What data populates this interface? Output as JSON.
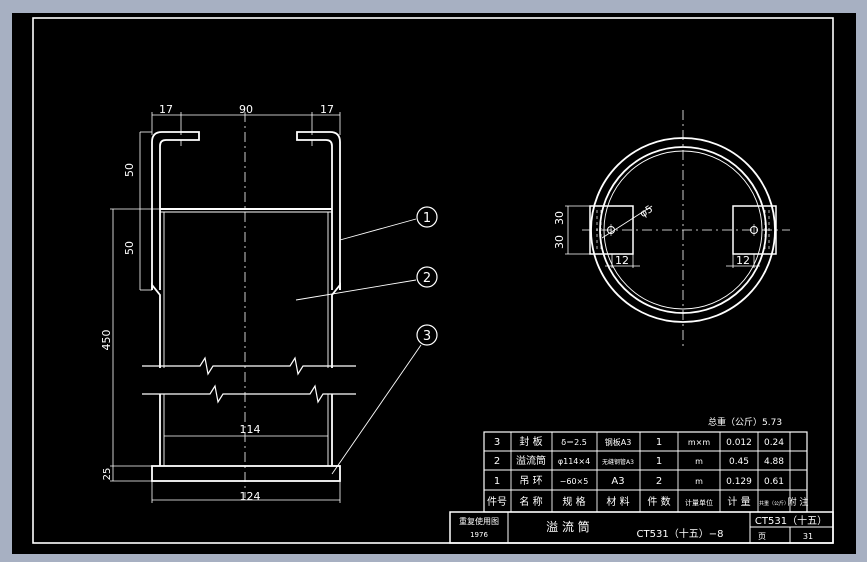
{
  "drawing": {
    "colors": {
      "background": "#000000",
      "frame": "#ffffff",
      "app_bg": "#a7b0c2"
    },
    "front_view": {
      "dims_top": [
        "17",
        "90",
        "17"
      ],
      "dims_left": [
        "50",
        "50",
        "450",
        "25"
      ],
      "dim_inner": "114",
      "dim_bottom": "124"
    },
    "top_view": {
      "dims_left": [
        "30",
        "30"
      ],
      "hole": "φ5",
      "lug_width_left": "12",
      "lug_width_right": "12"
    },
    "balloons": [
      "1",
      "2",
      "3"
    ],
    "total_weight": "总重（公斤）5.73",
    "bom": {
      "rows": [
        [
          "3",
          "封 板",
          "δ＝2.5",
          "钢板A3",
          "1",
          "m×m",
          "0.012",
          "0.24",
          ""
        ],
        [
          "2",
          "溢流筒",
          "φ114×4",
          "无缝钢管A3",
          "1",
          "m",
          "0.45",
          "4.88",
          ""
        ],
        [
          "1",
          "吊 环",
          "−60×5",
          "A3",
          "2",
          "m",
          "0.129",
          "0.61",
          ""
        ]
      ],
      "header": [
        "件号",
        "名 称",
        "规 格",
        "材 料",
        "件 数",
        "计量单位",
        "计 量",
        "共重（公斤）",
        "附 注"
      ]
    },
    "title_block": {
      "left_top": "重复使用图",
      "left_bottom": "1976",
      "name": "溢 流 筒",
      "drawing_no": "CT531（十五）−8",
      "set_no": "CT531（十五）",
      "page_label": "页",
      "page": "31"
    }
  }
}
